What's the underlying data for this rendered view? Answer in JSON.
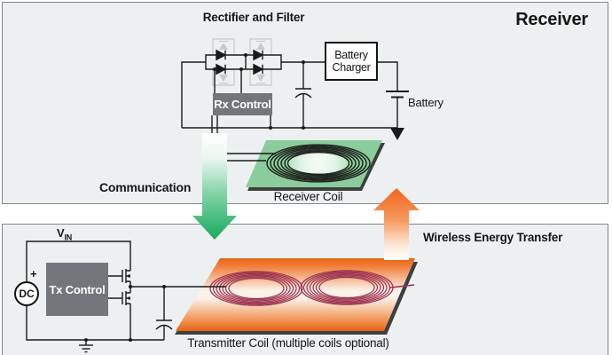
{
  "diagram": {
    "receiver": {
      "title": "Receiver",
      "rectifier_filter_label": "Rectifier and Filter",
      "rx_control_label": "Rx Control",
      "battery_charger_line1": "Battery",
      "battery_charger_line2": "Charger",
      "battery_label": "Battery",
      "coil_label": "Receiver Coil"
    },
    "transmitter": {
      "vin_label": "V",
      "vin_sub": "IN",
      "dc_source_label": "DC",
      "dc_plus_label": "+",
      "tx_control_label": "Tx Control",
      "coil_label": "Transmitter Coil (multiple coils optional)"
    },
    "flows": {
      "communication_label": "Communication",
      "energy_label": "Wireless Energy Transfer"
    },
    "colors": {
      "panel_bg": "#edf0f1",
      "panel_border": "#7e868c",
      "accent_green": "#1fae63",
      "accent_orange": "#f1661a",
      "receiver_pad_green": "#8bcc9c",
      "transmitter_coil_maroon": "#9c3150",
      "control_box_gray": "#73767a",
      "wire_black": "#1a1a1a"
    }
  }
}
